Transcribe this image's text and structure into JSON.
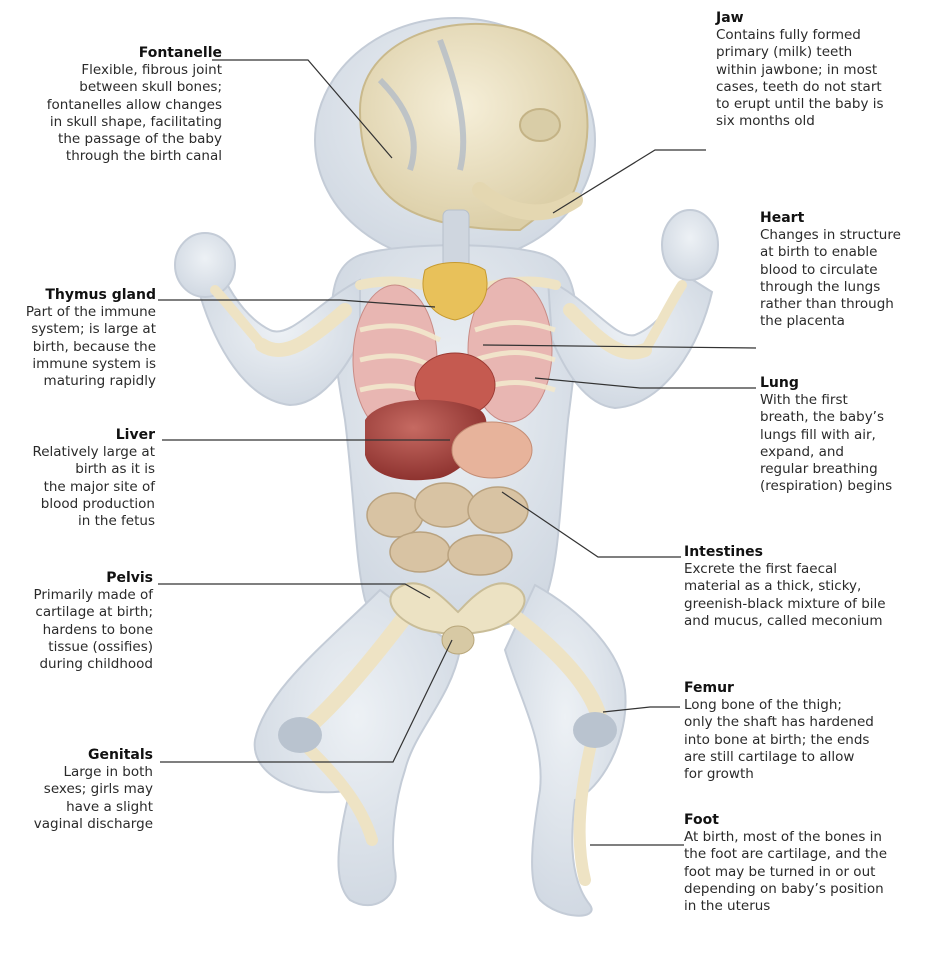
{
  "labels": {
    "fontanelle": {
      "title": "Fontanelle",
      "desc": "Flexible, fibrous joint\nbetween skull bones;\nfontanelles allow changes\nin skull shape, facilitating\nthe passage of the baby\nthrough the birth canal"
    },
    "thymus": {
      "title": "Thymus gland",
      "desc": "Part of the immune\nsystem; is large at\nbirth, because the\nimmune system is\nmaturing rapidly"
    },
    "liver": {
      "title": "Liver",
      "desc": "Relatively large at\nbirth as it is\nthe major site of\nblood production\nin the fetus"
    },
    "pelvis": {
      "title": "Pelvis",
      "desc": "Primarily made of\ncartilage at birth;\nhardens to bone\ntissue (ossifies)\nduring childhood"
    },
    "genitals": {
      "title": "Genitals",
      "desc": "Large in both\nsexes; girls may\nhave a slight\nvaginal discharge"
    },
    "jaw": {
      "title": "Jaw",
      "desc": "Contains fully formed\nprimary (milk) teeth\nwithin jawbone; in most\ncases, teeth do not start\nto erupt until the baby is\nsix months old"
    },
    "heart": {
      "title": "Heart",
      "desc": "Changes in structure\nat birth to enable\nblood to circulate\nthrough the lungs\nrather than through\nthe placenta"
    },
    "lung": {
      "title": "Lung",
      "desc": "With the first\nbreath, the baby’s\nlungs fill with air,\nexpand, and\nregular breathing\n(respiration) begins"
    },
    "intestines": {
      "title": "Intestines",
      "desc": "Excrete the first faecal\nmaterial as a thick, sticky,\ngreenish-black mixture of bile\nand mucus, called meconium"
    },
    "femur": {
      "title": "Femur",
      "desc": "Long bone of the thigh;\nonly the shaft has hardened\ninto bone at birth; the ends\nare still cartilage to allow\nfor growth"
    },
    "foot": {
      "title": "Foot",
      "desc": "At birth, most of the bones in\nthe foot are cartilage, and the\nfoot may be turned in or out\ndepending on baby’s position\nin the uterus"
    }
  },
  "colors": {
    "skin": "#dfe6ee",
    "bone": "#eee3c4",
    "cartilage": "#b9c3cf",
    "liver": "#9c3f3a",
    "lung": "#e3a3a3",
    "thymus": "#e8c15a",
    "intestine": "#d8c3a3",
    "leader": "#333333"
  }
}
